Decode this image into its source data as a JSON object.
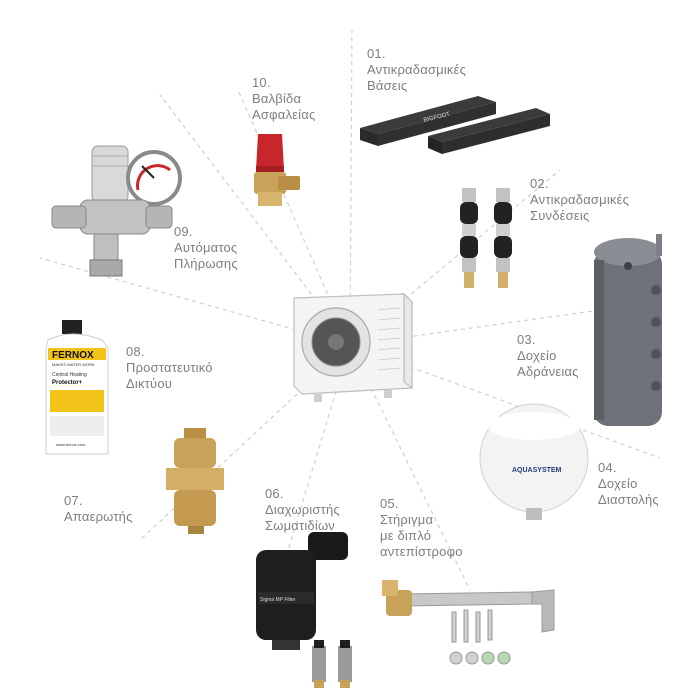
{
  "labels": [
    {
      "num": "01.",
      "text": "Αντικραδασμικές\nΒάσεις"
    },
    {
      "num": "02.",
      "text": "Αντικραδασμικές\nΣυνδέσεις"
    },
    {
      "num": "03.",
      "text": "Δοχείο\nΑδράνειας"
    },
    {
      "num": "04.",
      "text": "Δοχείο\nΔιαστολής"
    },
    {
      "num": "05.",
      "text": "Στήριγμα\nμε διπλό\nαντεπίστροφο"
    },
    {
      "num": "06.",
      "text": "Διαχωριστής\nΣωματιδίων"
    },
    {
      "num": "07.",
      "text": "Απαερωτής"
    },
    {
      "num": "08.",
      "text": "Προστατευτικό\nΔικτύου"
    },
    {
      "num": "09.",
      "text": "Αυτόματος\nΠλήρωσης"
    },
    {
      "num": "10.",
      "text": "Βαλβίδα\nΑσφαλείας"
    }
  ],
  "product_marks": {
    "bigfoot": "BIGFOOT",
    "aquasystem": "AQUASYSTEM",
    "fernox_brand": "FERNOX",
    "fernox_tagline": "MAKES WATER WORK",
    "fernox_line1": "Central Heating",
    "fernox_line2": "Protector+",
    "fernox_web": "www.fernox.com",
    "filter_label": "Sigma MP Filter"
  },
  "colors": {
    "label_text": "#7e7e7e",
    "dashed_line": "#cfcfcf",
    "brass": "#c9a25a",
    "tank_gray": "#6e7177",
    "valve_red": "#c8262b",
    "fernox_yellow": "#f2c318"
  }
}
